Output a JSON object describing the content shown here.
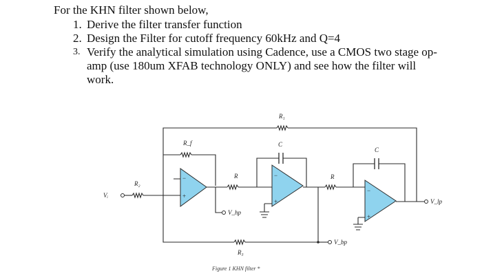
{
  "problem": {
    "heading": "For the KHN filter shown below,",
    "items": [
      {
        "number": "1.",
        "text": "Derive the filter transfer function"
      },
      {
        "number": "2.",
        "text": "Design the Filter for cutoff frequency 60kHz and Q=4"
      },
      {
        "number": "3.",
        "text": "Verify the analytical simulation using Cadence, use a CMOS two stage op-amp (use 180um XFAB technology ONLY) and see how the filter will work."
      }
    ]
  },
  "figure": {
    "caption": "Figure 1 KHN filter *",
    "labels": {
      "r1": "R₁",
      "rf": "R_f",
      "r2": "R₂",
      "r3": "R₃",
      "r_int1": "R",
      "r_int2": "R",
      "c1": "C",
      "c2": "C",
      "vi": "Vᵢ",
      "vhp": "V_hp",
      "vbp": "V_bp",
      "vlp": "V_lp"
    },
    "colors": {
      "opamp_fill": "#8fd3ee",
      "wire": "#2a2a2a"
    }
  }
}
